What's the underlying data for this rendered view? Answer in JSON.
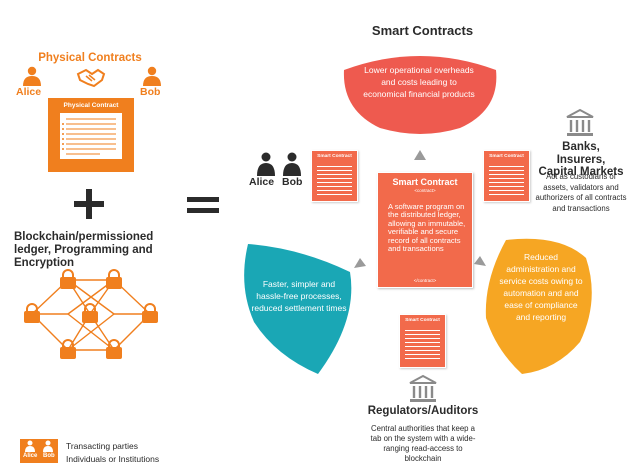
{
  "left": {
    "physical_title": "Physical Contracts",
    "alice": "Alice",
    "bob": "Bob",
    "physical_card_title": "Physical Contract",
    "tech_title": "Blockchain/permissioned ledger, Programming and Encryption"
  },
  "center": {
    "title": "Smart Contracts",
    "top_lobe": "Lower operational overheads and costs leading to economical financial products",
    "left_lobe": "Faster, simpler and hassle-free processes, reduced settlement times",
    "right_lobe": "Reduced administration and service costs owing to automation and and ease of compliance and reporting",
    "card_title": "Smart Contract",
    "card_tag_open": "<contract>",
    "card_body": "A software program on the distributed ledger, allowing an immutable, verifiable and secure record of all contracts and transactions",
    "card_tag_close": "</contract>",
    "mini_card_label": "Smart Contract",
    "parties_alice": "Alice",
    "parties_bob": "Bob",
    "banks_title": "Banks, Insurers, Capital Markets",
    "banks_desc": "Act as custodians of assets, validators and authorizers of all contracts and transactions",
    "reg_title": "Regulators/Auditors",
    "reg_desc": "Central authorities that keep a tab on the system with a wide-ranging read-access to blockchain"
  },
  "legend": {
    "line1": "Transacting parties",
    "line2": "Individuals or Institutions",
    "alice": "Alice",
    "bob": "Bob"
  },
  "colors": {
    "orange": "#f07f1e",
    "red": "#ee5a4f",
    "teal": "#1aa7b5",
    "amber": "#f6a623",
    "card": "#f26a4b",
    "dark": "#2b2b2b"
  }
}
